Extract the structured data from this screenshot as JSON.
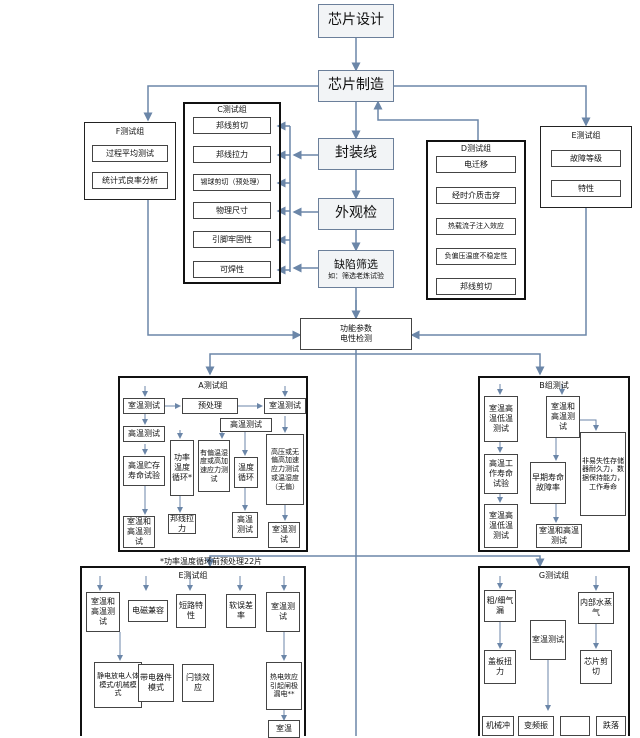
{
  "main": {
    "design": "芯片设计",
    "manufacture": "芯片制造",
    "packaging": "封装线",
    "visual": "外观检",
    "screening": "缺陷筛选",
    "screening_sub": "如：筛选老炼试验",
    "function": "功能参数\n电性检测"
  },
  "f_group": {
    "title": "F测试组",
    "items": [
      "过程平均测试",
      "统计式良率分析"
    ]
  },
  "c_group": {
    "title": "C测试组",
    "items": [
      "邦线剪切",
      "邦线拉力",
      "锡球剪切（预处理）",
      "物理尺寸",
      "引脚牢固性",
      "可焊性"
    ]
  },
  "d_group": {
    "title": "D测试组",
    "items": [
      "电迁移",
      "经时介质击穿",
      "热载流子注入效应",
      "负偏压温度不稳定性",
      "邦线剪切"
    ]
  },
  "e_top_group": {
    "title": "E测试组",
    "items": [
      "故障等级",
      "特性"
    ]
  },
  "a_group": {
    "title": "A测试组",
    "items": [
      "室温测试",
      "预处理",
      "室温测试",
      "高温测试",
      "高温测试",
      "高温贮存寿命试验",
      "功率温度循环*",
      "有偏温湿度或高加速应力测试",
      "温度循环",
      "高压或无偏高加速应力测试或温湿度（无偏）",
      "室温和高温测试",
      "邦线拉力",
      "高温测试",
      "室温测试"
    ]
  },
  "b_group": {
    "title": "B组测试",
    "items": [
      "室温高温低温测试",
      "室温和高温测试",
      "高温工作寿命试验",
      "早期寿命故障率",
      "非易失性存储器耐久力，数据保持能力，工作寿命",
      "室温高温低温测试",
      "室温和高温测试"
    ]
  },
  "note": "*功率温度循环前预处理22片",
  "e_group": {
    "title": "E测试组",
    "items": [
      "室温和高温测试",
      "电磁兼容",
      "短路特性",
      "软误差率",
      "室温测试",
      "静电放电人体模式/机械模式",
      "带电器件模式",
      "闩锁效应",
      "热电效应引起闸极漏电**",
      "室温"
    ]
  },
  "g_group": {
    "title": "G测试组",
    "items": [
      "粗/细气漏",
      "内部水蒸气",
      "室温测试",
      "盖板扭力",
      "芯片剪切",
      "机械冲",
      "变频振",
      "",
      "跌落"
    ]
  }
}
